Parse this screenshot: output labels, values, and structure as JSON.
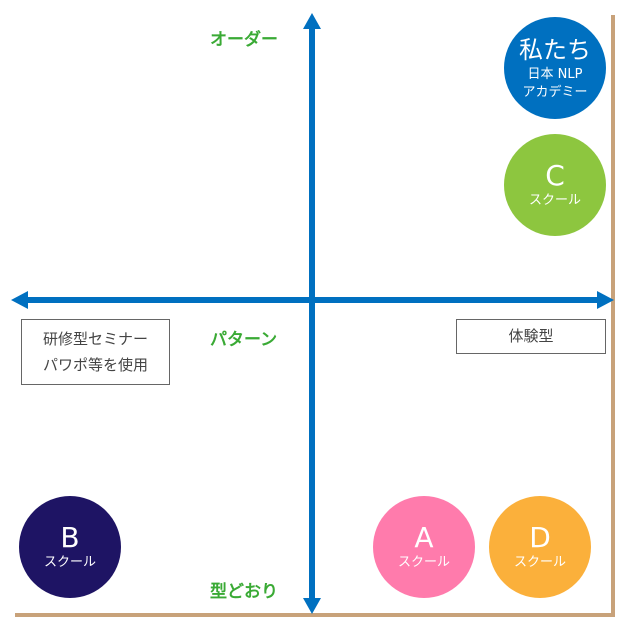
{
  "axes": {
    "top": "オーダー",
    "bottom": "型どおり",
    "center": "パターン"
  },
  "boxes": {
    "left": [
      "研修型セミナー",
      "パワポ等を使用"
    ],
    "right": "体験型"
  },
  "circles": [
    {
      "id": "us",
      "title": "私たち",
      "lines": [
        "日本 NLP",
        "アカデミー"
      ],
      "color": "#0070c0"
    },
    {
      "id": "c",
      "title": "C",
      "lines": [
        "スクール"
      ],
      "color": "#8dc63f"
    },
    {
      "id": "b",
      "title": "B",
      "lines": [
        "スクール"
      ],
      "color": "#1e1464"
    },
    {
      "id": "a",
      "title": "A",
      "lines": [
        "スクール"
      ],
      "color": "#ff7bac"
    },
    {
      "id": "d",
      "title": "D",
      "lines": [
        "スクール"
      ],
      "color": "#fbb03b"
    }
  ],
  "colors": {
    "axis": "#0070c0",
    "label": "#3aaa35",
    "frame": "#c8a27a"
  }
}
